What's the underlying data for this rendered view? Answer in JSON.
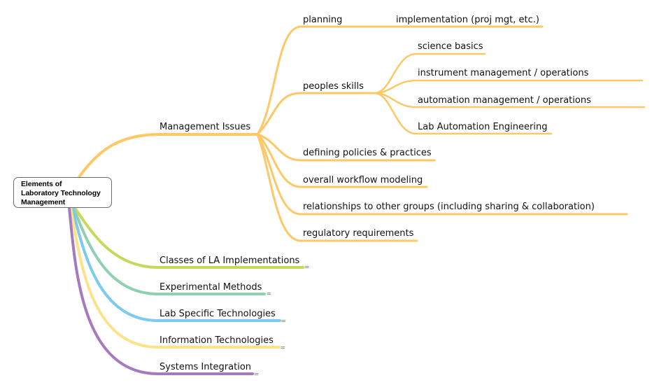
{
  "root": {
    "lines": [
      "Elements of",
      "Laboratory Technology",
      "Management"
    ]
  },
  "branches": {
    "management": {
      "label": "Management Issues",
      "color": "#fdc865",
      "children": {
        "planning": {
          "label": "planning",
          "child": "implementation (proj mgt, etc.)"
        },
        "peoples_skills": {
          "label": "peoples skills",
          "children": [
            "science basics",
            "instrument management / operations",
            "automation management / operations",
            "Lab Automation Engineering"
          ]
        },
        "others": [
          "defining policies & practices",
          "overall workflow modeling",
          "relationships to other groups (including sharing & collaboration)",
          "regulatory requirements"
        ]
      }
    },
    "classes": {
      "label": "Classes of LA Implementations",
      "color": "#c5d95c"
    },
    "experimental": {
      "label": "Experimental Methods",
      "color": "#8fd0b0"
    },
    "lab_specific": {
      "label": "Lab Specific Technologies",
      "color": "#7ccaf0"
    },
    "information": {
      "label": "Information Technologies",
      "color": "#fce38a"
    },
    "systems": {
      "label": "Systems Integration",
      "color": "#a57bbd"
    }
  },
  "collapse_marker": "="
}
